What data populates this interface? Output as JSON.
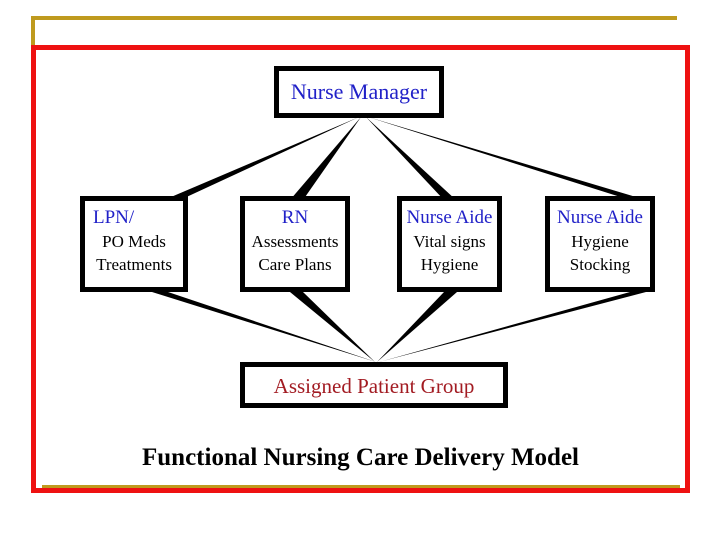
{
  "slide": {
    "title": "Functional Nursing Care Delivery Model",
    "frame": {
      "accent_gold": "#BF9A1E",
      "accent_red": "#EE1111"
    }
  },
  "diagram": {
    "type": "org-hierarchy",
    "heading_color": "#2121C8",
    "body_color": "#000000",
    "group_color": "#A21B22",
    "root": {
      "label": "Nurse Manager"
    },
    "roles": [
      {
        "label": "LPN/",
        "duties": [
          "PO Meds",
          "Treatments"
        ]
      },
      {
        "label": "RN",
        "duties": [
          "Assessments",
          "Care Plans"
        ]
      },
      {
        "label": "Nurse Aide",
        "duties": [
          "Vital signs",
          "Hygiene"
        ]
      },
      {
        "label": "Nurse Aide",
        "duties": [
          "Hygiene",
          "Stocking"
        ]
      }
    ],
    "target": {
      "label": "Assigned Patient Group"
    }
  }
}
